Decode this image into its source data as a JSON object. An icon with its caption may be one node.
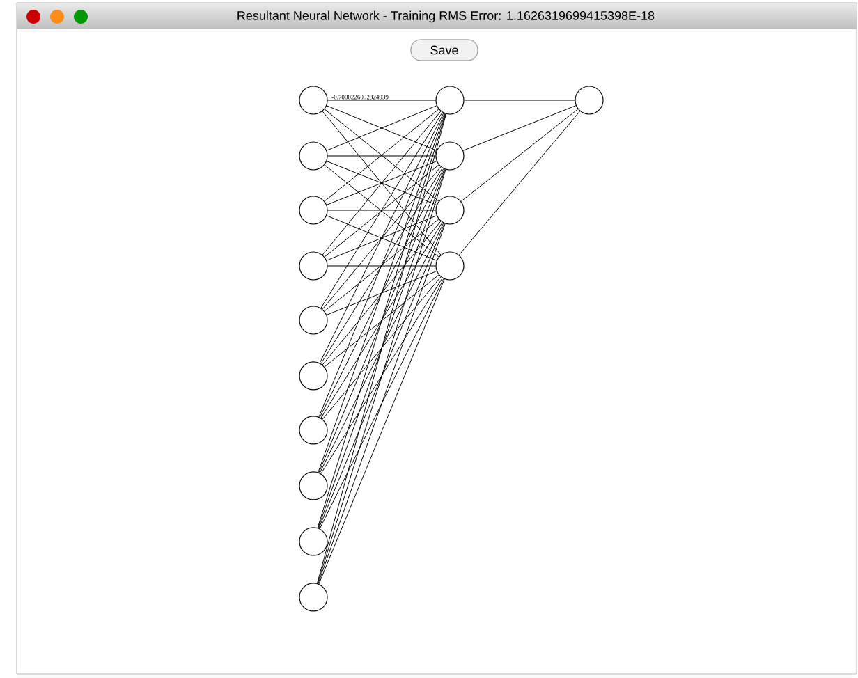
{
  "diagram": {
    "title": "Resultant Neural Network - Training RMS Error: 1.1626319699415398E-18",
    "nodes": [
      {
        "text": [],
        "shape": "circle"
      },
      {
        "text": [],
        "shape": "circle"
      },
      {
        "text": [],
        "shape": "circle"
      },
      {
        "text": [],
        "shape": "circle"
      },
      {
        "text": [],
        "shape": "circle"
      },
      {
        "text": [],
        "shape": "circle"
      },
      {
        "text": [],
        "shape": "circle"
      },
      {
        "text": [],
        "shape": "circle"
      },
      {
        "text": [],
        "shape": "circle"
      },
      {
        "text": [],
        "shape": "circle"
      },
      {
        "text": [],
        "shape": "circle"
      },
      {
        "text": [],
        "shape": "circle"
      },
      {
        "text": [],
        "shape": "circle"
      },
      {
        "text": [],
        "shape": "circle"
      },
      {
        "text": [],
        "shape": "circle"
      }
    ],
    "edges": [
      {
        "from": 0,
        "to": 10,
        "arrow": "none",
        "label": "-0.7000226092324939"
      },
      {
        "from": 0,
        "to": 11,
        "arrow": "none"
      },
      {
        "from": 0,
        "to": 12,
        "arrow": "none"
      },
      {
        "from": 0,
        "to": 13,
        "arrow": "none"
      },
      {
        "from": 1,
        "to": 10,
        "arrow": "none"
      },
      {
        "from": 1,
        "to": 11,
        "arrow": "none"
      },
      {
        "from": 1,
        "to": 12,
        "arrow": "none"
      },
      {
        "from": 1,
        "to": 13,
        "arrow": "none"
      },
      {
        "from": 2,
        "to": 10,
        "arrow": "none"
      },
      {
        "from": 2,
        "to": 11,
        "arrow": "none"
      },
      {
        "from": 2,
        "to": 12,
        "arrow": "none"
      },
      {
        "from": 2,
        "to": 13,
        "arrow": "none"
      },
      {
        "from": 3,
        "to": 10,
        "arrow": "none"
      },
      {
        "from": 3,
        "to": 11,
        "arrow": "none"
      },
      {
        "from": 3,
        "to": 12,
        "arrow": "none"
      },
      {
        "from": 3,
        "to": 13,
        "arrow": "none"
      },
      {
        "from": 4,
        "to": 10,
        "arrow": "none"
      },
      {
        "from": 4,
        "to": 11,
        "arrow": "none"
      },
      {
        "from": 4,
        "to": 12,
        "arrow": "none"
      },
      {
        "from": 4,
        "to": 13,
        "arrow": "none"
      },
      {
        "from": 5,
        "to": 10,
        "arrow": "none"
      },
      {
        "from": 5,
        "to": 11,
        "arrow": "none"
      },
      {
        "from": 5,
        "to": 12,
        "arrow": "none"
      },
      {
        "from": 5,
        "to": 13,
        "arrow": "none"
      },
      {
        "from": 6,
        "to": 10,
        "arrow": "none"
      },
      {
        "from": 6,
        "to": 11,
        "arrow": "none"
      },
      {
        "from": 6,
        "to": 12,
        "arrow": "none"
      },
      {
        "from": 6,
        "to": 13,
        "arrow": "none"
      },
      {
        "from": 7,
        "to": 10,
        "arrow": "none"
      },
      {
        "from": 7,
        "to": 11,
        "arrow": "none"
      },
      {
        "from": 7,
        "to": 12,
        "arrow": "none"
      },
      {
        "from": 7,
        "to": 13,
        "arrow": "none"
      },
      {
        "from": 8,
        "to": 10,
        "arrow": "none"
      },
      {
        "from": 8,
        "to": 11,
        "arrow": "none"
      },
      {
        "from": 8,
        "to": 12,
        "arrow": "none"
      },
      {
        "from": 8,
        "to": 13,
        "arrow": "none"
      },
      {
        "from": 9,
        "to": 10,
        "arrow": "none"
      },
      {
        "from": 9,
        "to": 11,
        "arrow": "none"
      },
      {
        "from": 9,
        "to": 12,
        "arrow": "none"
      },
      {
        "from": 9,
        "to": 13,
        "arrow": "none"
      },
      {
        "from": 10,
        "to": 14,
        "arrow": "none"
      },
      {
        "from": 11,
        "to": 14,
        "arrow": "none"
      },
      {
        "from": 12,
        "to": 14,
        "arrow": "none"
      },
      {
        "from": 13,
        "to": 14,
        "arrow": "none"
      }
    ],
    "labels": [
      "Save"
    ]
  }
}
